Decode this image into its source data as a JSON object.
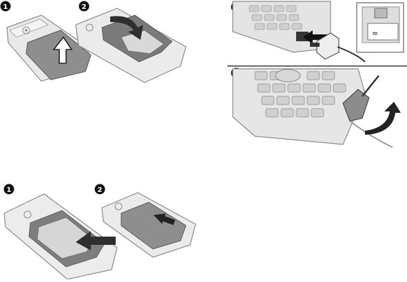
{
  "step_badges": {
    "top_left_1": "1",
    "top_left_2": "2",
    "top_right_1": "1",
    "top_right_2": "2",
    "bottom_left_1": "1",
    "bottom_left_2": "2"
  },
  "charger_mark": "≈",
  "colors": {
    "phone_body": "#e6e6e6",
    "phone_outline": "#8a8a8a",
    "cover_dark": "#8e8e8e",
    "battery": "#d9d9d9",
    "arrow": "#2f2f2f",
    "badge": "#111111"
  },
  "icons": [
    "phone-illustration",
    "battery-cover",
    "battery",
    "push-arrow",
    "charger-plug",
    "charger-cable",
    "power-outlet",
    "curved-arrow"
  ]
}
